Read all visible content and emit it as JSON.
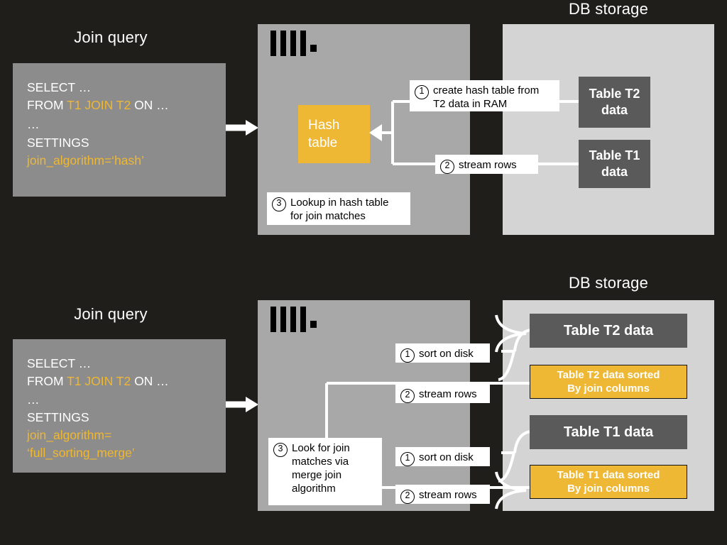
{
  "colors": {
    "background": "#1f1e1b",
    "engine_panel": "#a8a8a8",
    "storage_panel": "#d4d4d4",
    "query_card": "#8c8c8c",
    "accent_amber": "#eeb734",
    "table_box": "#5a5a5a",
    "wire": "#ffffff"
  },
  "top": {
    "query_title": "Join query",
    "storage_title": "DB storage",
    "query": {
      "line1": "SELECT …",
      "line2_prefix": "FROM ",
      "line2_highlight": "T1 JOIN T2",
      "line2_suffix": " ON …",
      "line3": "…",
      "line4": "SETTINGS",
      "line5": "join_algorithm=‘hash’"
    },
    "hash_table_label_line1": "Hash",
    "hash_table_label_line2": "table",
    "steps": [
      {
        "num": "1",
        "text": "create hash table from\nT2 data in RAM"
      },
      {
        "num": "2",
        "text": "stream rows"
      },
      {
        "num": "3",
        "text": "Lookup in hash table\nfor join matches"
      }
    ],
    "tables": [
      {
        "line1": "Table T2",
        "line2": "data"
      },
      {
        "line1": "Table T1",
        "line2": "data"
      }
    ]
  },
  "bottom": {
    "query_title": "Join query",
    "storage_title": "DB storage",
    "query": {
      "line1": "SELECT …",
      "line2_prefix": "FROM ",
      "line2_highlight": "T1 JOIN T2",
      "line2_suffix": " ON …",
      "line3": "…",
      "line4": "SETTINGS",
      "line5": "join_algorithm=",
      "line6": "‘full_sorting_merge’"
    },
    "steps": [
      {
        "num": "1",
        "text": "sort on disk"
      },
      {
        "num": "2",
        "text": "stream rows"
      },
      {
        "num": "1",
        "text": "sort on disk"
      },
      {
        "num": "2",
        "text": "stream rows"
      },
      {
        "num": "3",
        "text": "Look for join\nmatches via\nmerge join\nalgorithm"
      }
    ],
    "tables": [
      {
        "label": "Table T2 data",
        "kind": "raw"
      },
      {
        "label": "Table T2 data sorted\nBy join columns",
        "kind": "sorted"
      },
      {
        "label": "Table T1 data",
        "kind": "raw"
      },
      {
        "label": "Table T1 data sorted\nBy join columns",
        "kind": "sorted"
      }
    ]
  }
}
